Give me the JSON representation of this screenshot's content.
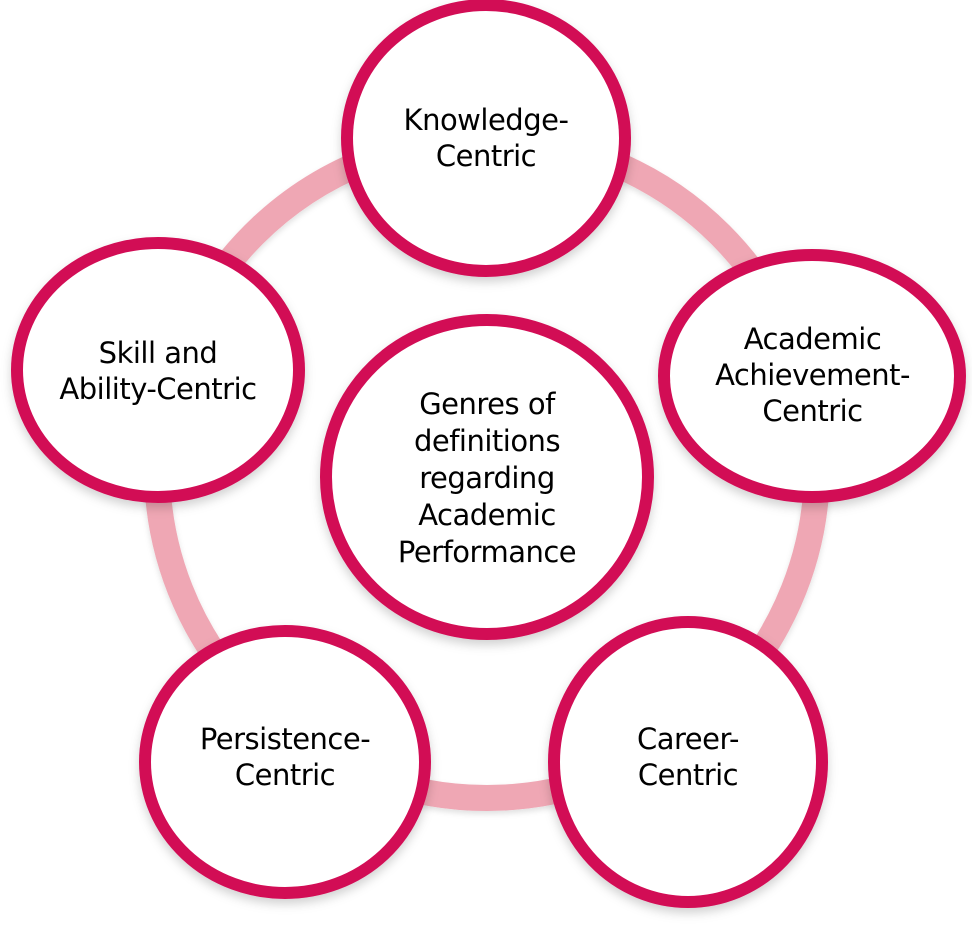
{
  "diagram": {
    "type": "radial-cycle",
    "colors": {
      "node_stroke": "#D20A54",
      "node_fill": "#FFFFFF",
      "ring": "#EFA7B4",
      "text": "#000000",
      "background": "#FFFFFF"
    },
    "center_node": {
      "label": "Genres of\ndefinitions\nregarding\nAcademic\nPerformance"
    },
    "outer_nodes": [
      {
        "id": "knowledge",
        "label": "Knowledge-\nCentric"
      },
      {
        "id": "academic-achievement",
        "label": "Academic\nAchievement-\nCentric"
      },
      {
        "id": "career",
        "label": "Career-\nCentric"
      },
      {
        "id": "persistence",
        "label": "Persistence-\nCentric"
      },
      {
        "id": "skill-ability",
        "label": "Skill and\nAbility-Centric"
      }
    ]
  }
}
